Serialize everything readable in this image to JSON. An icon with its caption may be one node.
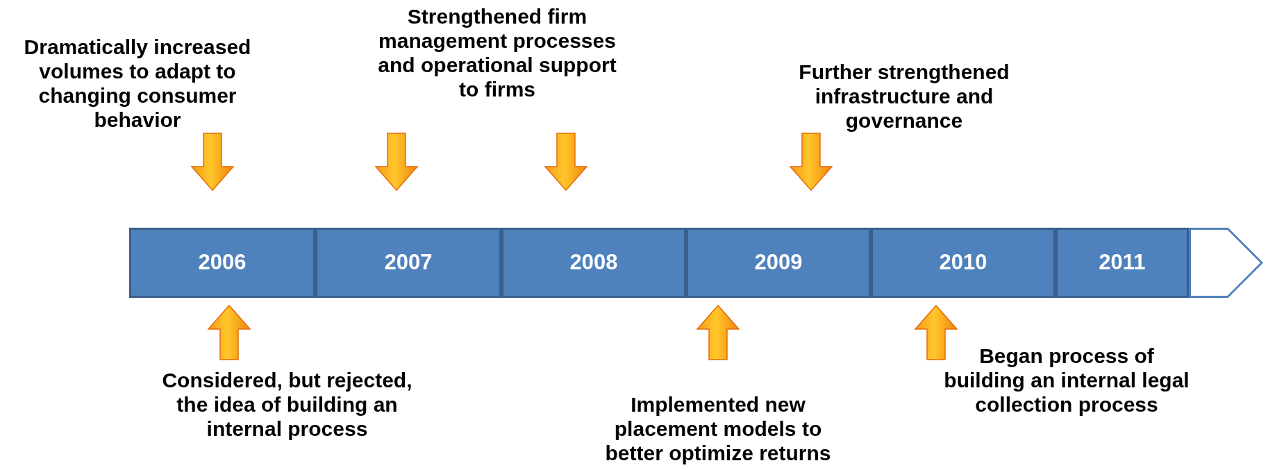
{
  "diagram": {
    "nodes": [
      {
        "text": [
          "2006"
        ]
      },
      {
        "text": [
          "2007"
        ]
      },
      {
        "text": [
          "2008"
        ]
      },
      {
        "text": [
          "2009"
        ]
      },
      {
        "text": [
          "2010"
        ]
      },
      {
        "text": [
          "2011"
        ]
      },
      {
        "text": [],
        "shape": "chevron"
      },
      {
        "text": [
          "Dramatically increased volumes to adapt to changing consumer behavior"
        ]
      },
      {
        "text": [
          "Strengthened firm management processes and operational support to firms"
        ]
      },
      {
        "text": [
          "Further strengthened infrastructure and governance"
        ]
      },
      {
        "text": [
          "Considered, but rejected, the idea of building an internal process"
        ]
      },
      {
        "text": [
          "Implemented new placement models to better optimize returns"
        ]
      },
      {
        "text": [
          "Began process of building an internal legal collection process"
        ]
      }
    ],
    "edges": [
      {
        "from": 7,
        "to": 0,
        "arrow": "to"
      },
      {
        "from": 8,
        "to": 1,
        "arrow": "to"
      },
      {
        "from": 8,
        "to": 2,
        "arrow": "to"
      },
      {
        "from": 9,
        "to": 3,
        "arrow": "to"
      },
      {
        "from": 10,
        "to": 0,
        "arrow": "to"
      },
      {
        "from": 11,
        "to": 3,
        "arrow": "to"
      },
      {
        "from": 12,
        "to": 4,
        "arrow": "to"
      }
    ]
  }
}
